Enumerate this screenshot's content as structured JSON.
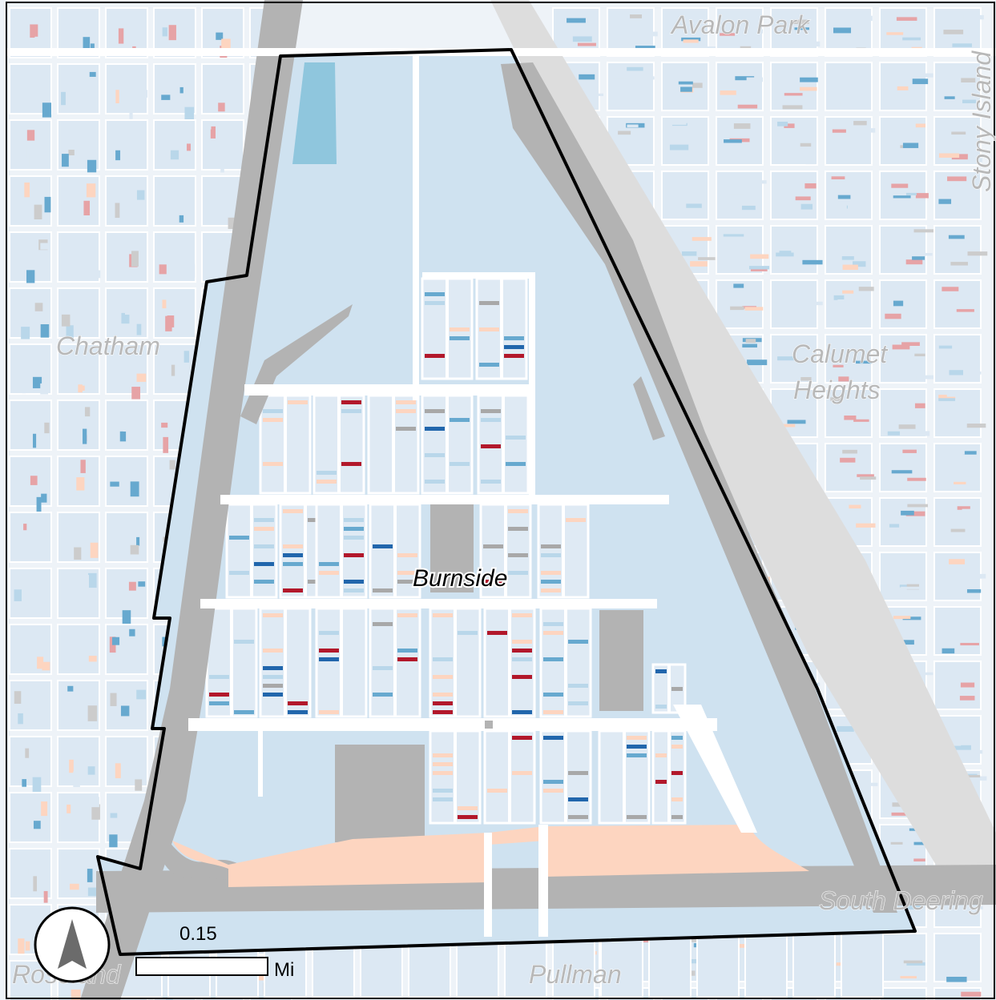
{
  "map": {
    "labels": {
      "avalon_park": "Avalon Park",
      "stony_island": "Stony Island",
      "chatham": "Chatham",
      "calumet_heights_1": "Calumet",
      "calumet_heights_2": "Heights",
      "burnside": "Burnside",
      "south_deering": "South Deering",
      "roseland": "Roseland",
      "pullman": "Pullman"
    },
    "scale_bar": {
      "value": "0.15",
      "unit": "Mi"
    },
    "north_arrow": {
      "icon": "north-arrow-icon"
    },
    "colors": {
      "background_parcel": "#dce8f3",
      "highlight_area": "#cfe2f0",
      "road": "#ffffff",
      "rail": "#b3b3b3",
      "water": "#8fc6dd",
      "peach": "#fdd5c0",
      "dark_red": "#b2182b",
      "dark_blue": "#2166ac",
      "mid_blue": "#67a9cf",
      "light_blue": "#b9d7ea",
      "light_red": "#e6a3a6",
      "boundary": "#000000"
    }
  }
}
